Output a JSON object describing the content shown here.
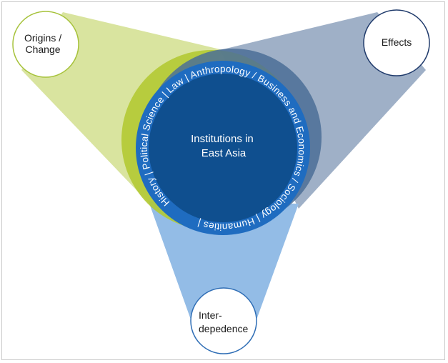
{
  "diagram": {
    "center_title": [
      "Institutions in",
      "East Asia"
    ],
    "ring_text": "History | Political Science | Law | Anthropology / Business and Economics / Sociology | Humanities |",
    "nodes": [
      {
        "lines": [
          "Origins /",
          "Change"
        ],
        "color": "#a6c23a"
      },
      {
        "lines": [
          "Effects"
        ],
        "color": "#1f3a6b"
      },
      {
        "lines": [
          "Inter-",
          "depedence"
        ],
        "color": "#2e6db5"
      }
    ],
    "colors": {
      "green_cone": "#d2df8e",
      "green_circle": "#b3c933",
      "slate_cone": "#8ea2bd",
      "slate_circle": "#4b6e96",
      "lightblue_cone": "#93bce6",
      "ring_blue": "#1f6cc0",
      "core_blue": "#0f4f8f"
    }
  }
}
